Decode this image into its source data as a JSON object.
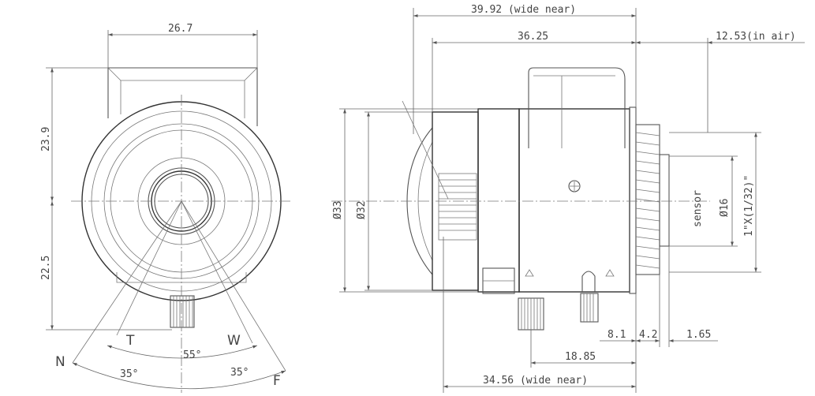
{
  "front_view": {
    "width_dim": "26.7",
    "upper_height_dim": "23.9",
    "lower_height_dim": "22.5",
    "label_near": "N",
    "label_tele": "T",
    "label_wide": "W",
    "label_far": "F",
    "angle_center": "55°",
    "angle_left": "35°",
    "angle_right": "35°"
  },
  "side_view": {
    "total_length_top": "39.92 (wide near)",
    "body_length": "36.25",
    "back_focus": "12.53(in air)",
    "outer_diameter": "Ø33",
    "front_diameter": "Ø32",
    "sensor_label": "sensor",
    "image_circle": "Ø16",
    "sensor_format": "1\"X(1/32)\"",
    "dim_8_1": "8.1",
    "dim_4_2": "4.2",
    "dim_1_65": "1.65",
    "dim_18_85": "18.85",
    "total_length_bottom": "34.56 (wide near)"
  }
}
